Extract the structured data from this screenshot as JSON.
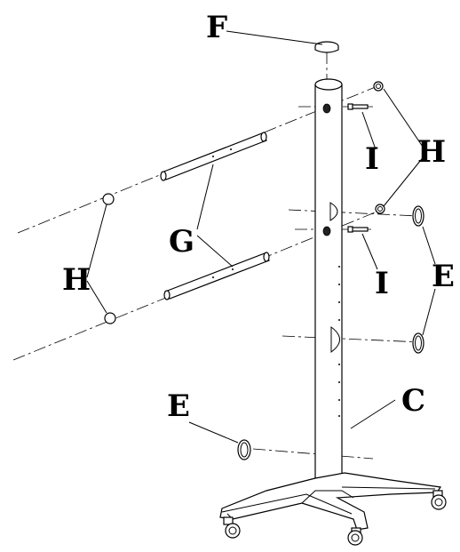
{
  "diagram": {
    "labels": {
      "F": "F",
      "H_right": "H",
      "I_top": "I",
      "G": "G",
      "H_left": "H",
      "I_bottom": "I",
      "E_right": "E",
      "C": "C",
      "E_left": "E"
    },
    "colors": {
      "line": "#000000",
      "background": "#ffffff"
    }
  }
}
